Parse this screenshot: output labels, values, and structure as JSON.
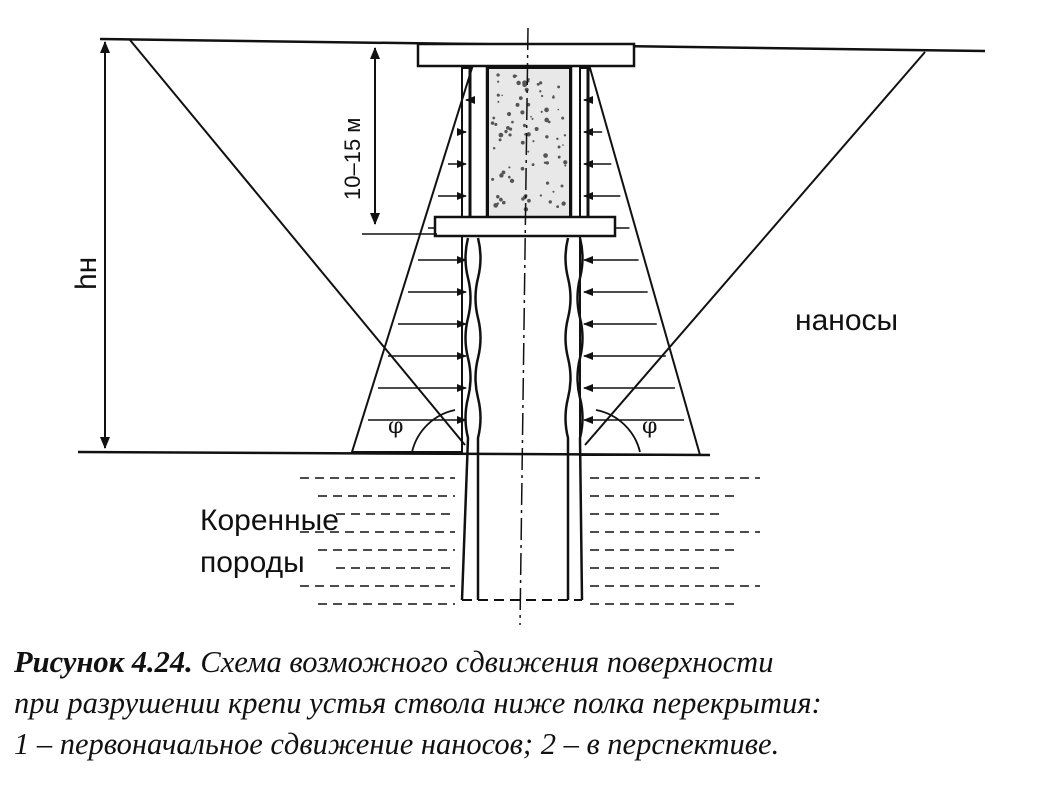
{
  "labels": {
    "height": "hн",
    "depth": "10–15 м",
    "sediments": "наносы",
    "bedrock_line1": "Коренные",
    "bedrock_line2": "породы",
    "angle_left": "φ",
    "angle_right": "φ"
  },
  "caption": {
    "label": "Рисунок 4.24.",
    "line1": "Схема возможного сдвижения поверхности",
    "line2": "при разрушении крепи устья ствола ниже полка перекрытия:",
    "line3": "1 – первоначальное сдвижение наносов;  2 – в перспективе."
  }
}
